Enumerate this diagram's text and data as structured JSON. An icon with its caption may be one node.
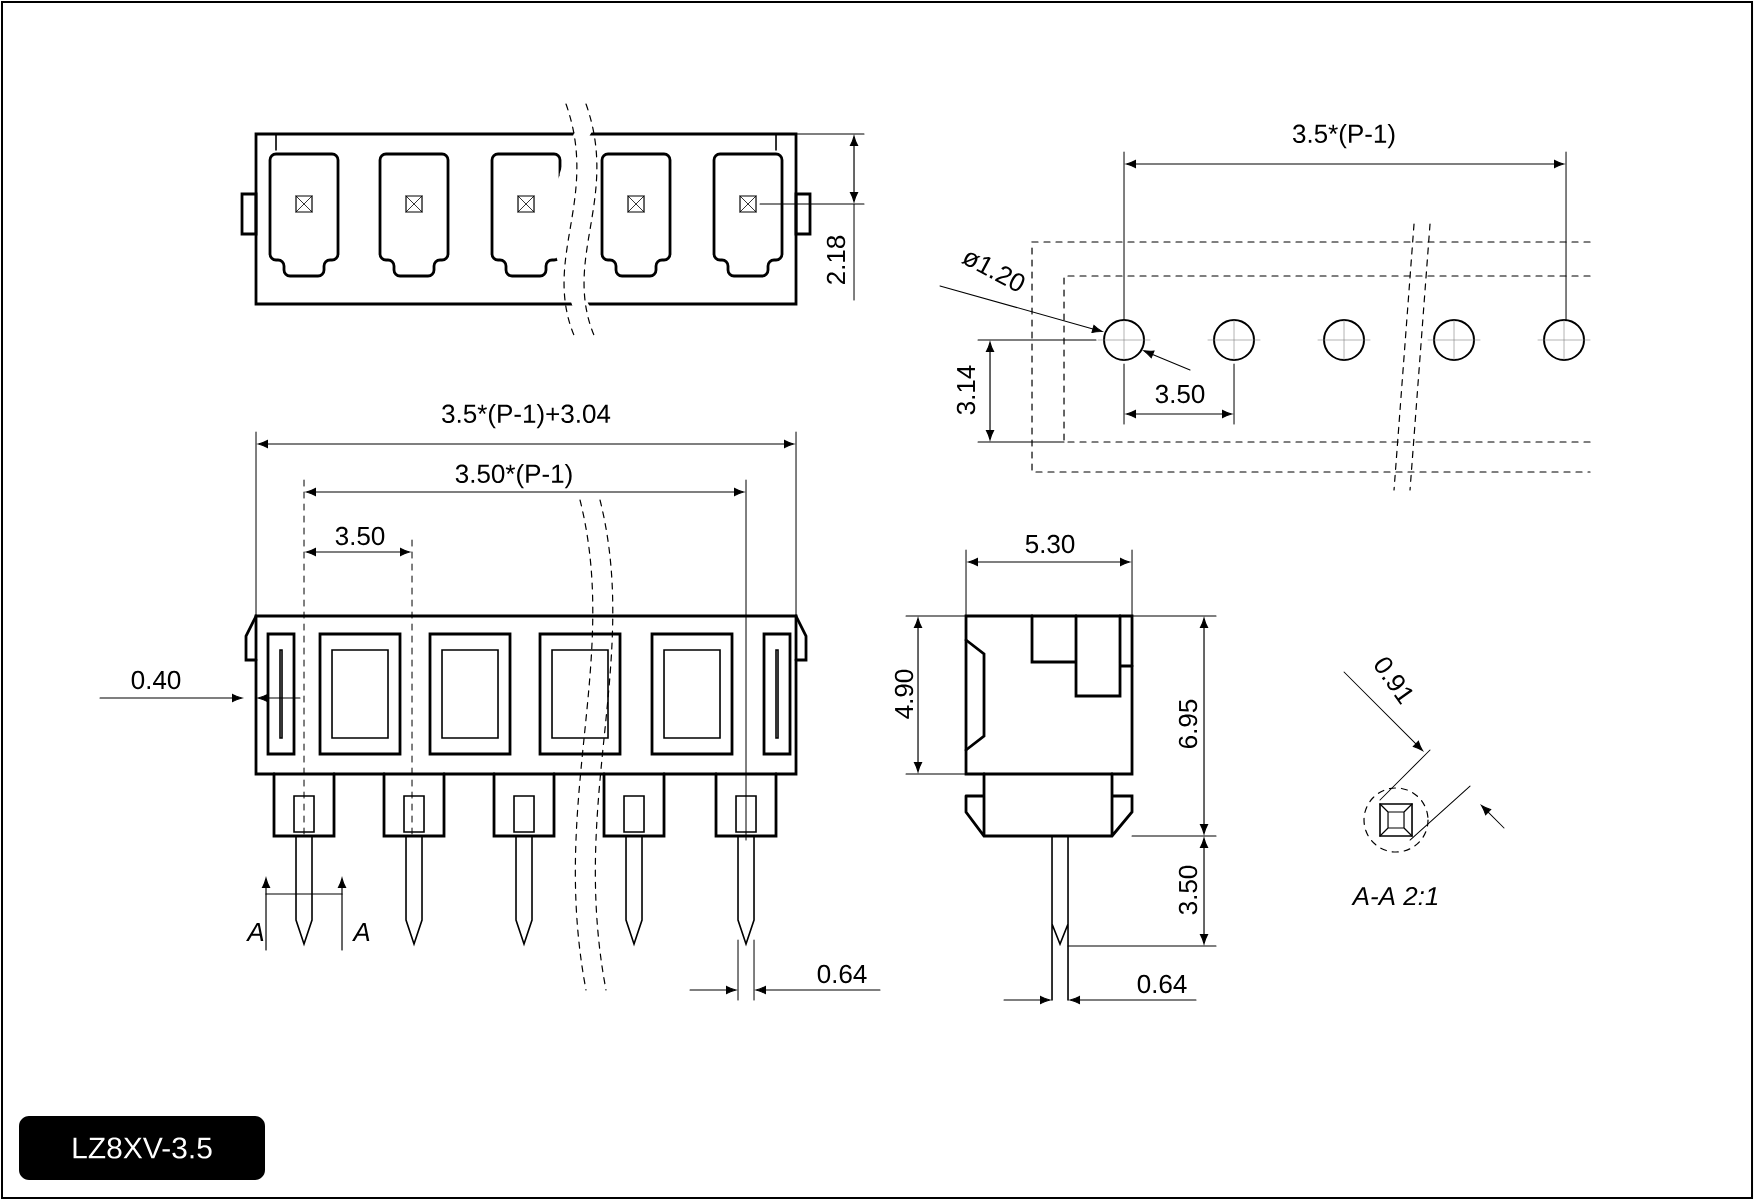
{
  "diagram": {
    "nodes": [
      {
        "text": [
          "LZ8XV-3.5"
        ]
      }
    ],
    "edges": [],
    "labels": [
      "3.5*(P-1)",
      "2.18",
      "ø1.20",
      "3.14",
      "3.50",
      "3.5*(P-1)+3.04",
      "3.50*(P-1)",
      "3.50",
      "5.30",
      "0.40",
      "4.90",
      "6.95",
      "0.91",
      "3.50",
      "A-A 2:1",
      "A",
      "A",
      "0.64",
      "0.64"
    ]
  }
}
